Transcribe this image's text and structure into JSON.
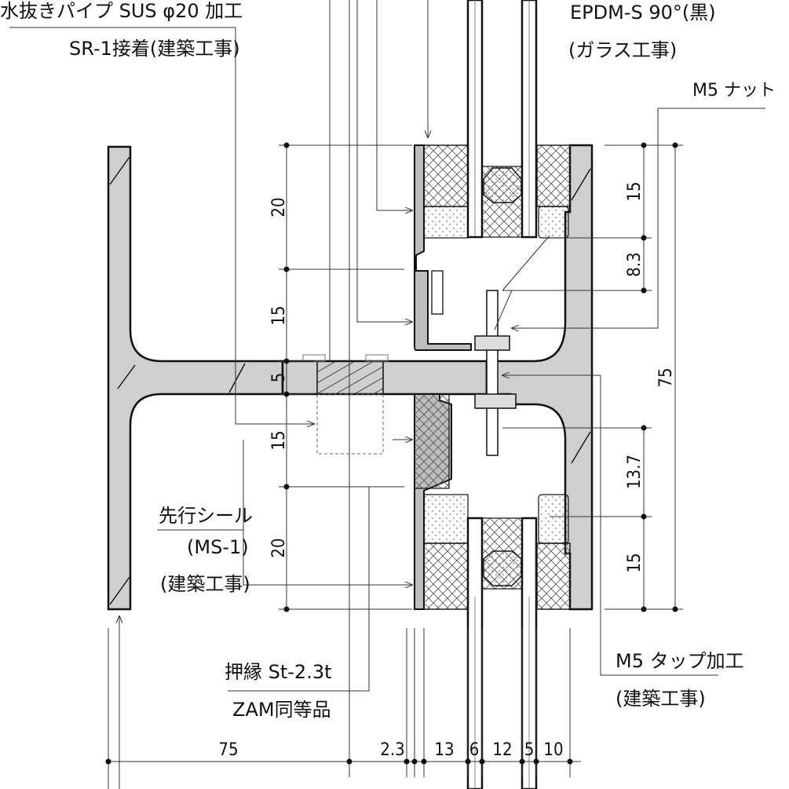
{
  "labels": {
    "drain_pipe": "水抜きパイプ SUS φ20 加工",
    "drain_pipe_note": "SR-1接着(建築工事)",
    "gasket": "EPDM-S 90°(黒)",
    "gasket_note": "(ガラス工事)",
    "nut": "M5 ナット",
    "pre_seal": "先行シール",
    "pre_seal_code": "(MS-1)",
    "pre_seal_note": "(建築工事)",
    "press_edge": "押縁 St-2.3t",
    "press_edge_note": "ZAM同等品",
    "tap": "M5 タップ加工",
    "tap_note": "(建築工事)"
  },
  "dimensions": {
    "left_20_top": "20",
    "left_15_top": "15",
    "left_5": "5",
    "left_15_bottom": "15",
    "left_20_bottom": "20",
    "right_15_top": "15",
    "right_8_3": "8.3",
    "right_75": "75",
    "right_13_7": "13.7",
    "right_15_bottom": "15",
    "bottom_75": "75",
    "bottom_2_3": "2.3",
    "bottom_13": "13",
    "bottom_6": "6",
    "bottom_12": "12",
    "bottom_5": "5",
    "bottom_10": "10"
  }
}
